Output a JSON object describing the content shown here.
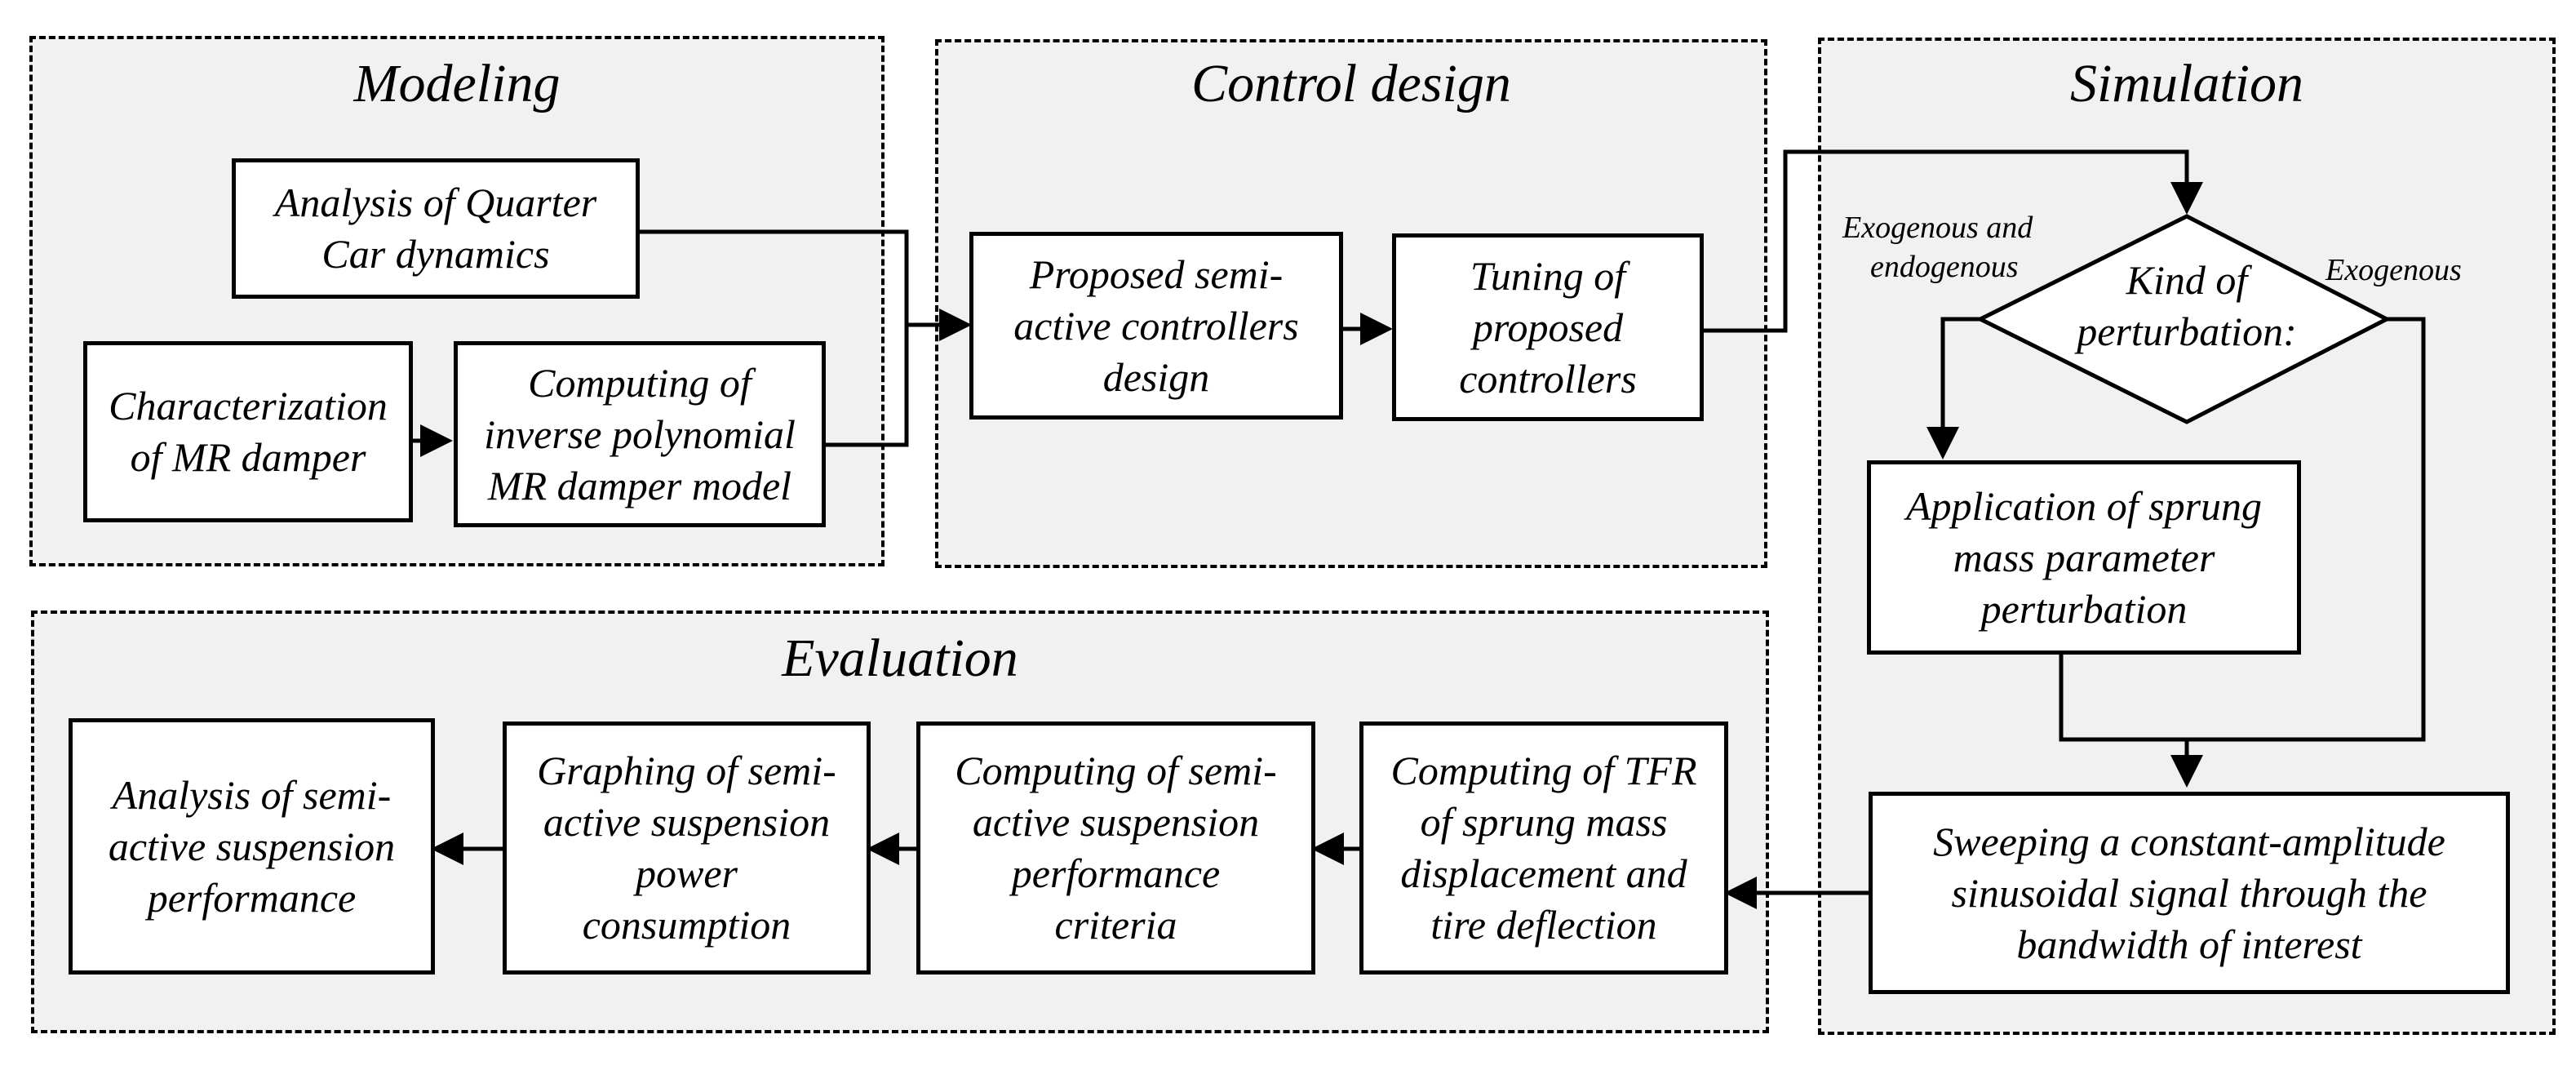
{
  "groups": {
    "modeling": "Modeling",
    "control_design": "Control design",
    "simulation": "Simulation",
    "evaluation": "Evaluation"
  },
  "boxes": {
    "quarter_car": [
      "Analysis of Quarter",
      "Car dynamics"
    ],
    "mr_char": [
      "Characterization",
      "of MR damper"
    ],
    "inverse_model": [
      "Computing of",
      "inverse polynomial",
      "MR damper model"
    ],
    "controllers_design": [
      "Proposed semi-",
      "active controllers",
      "design"
    ],
    "tuning": [
      "Tuning of",
      "proposed",
      "controllers"
    ],
    "perturbation_decision": [
      "Kind of",
      "perturbation:"
    ],
    "sprung_mass": [
      "Application of sprung",
      "mass parameter",
      "perturbation"
    ],
    "sweeping": [
      "Sweeping a constant-amplitude",
      "sinusoidal signal through the",
      "bandwidth of interest"
    ],
    "tfr": [
      "Computing of TFR",
      "of sprung mass",
      "displacement and",
      "tire deflection"
    ],
    "criteria": [
      "Computing of semi-",
      "active suspension",
      "performance",
      "criteria"
    ],
    "power": [
      "Graphing of semi-",
      "active suspension",
      "power",
      "consumption"
    ],
    "analysis": [
      "Analysis of semi-",
      "active suspension",
      "performance"
    ]
  },
  "branch_labels": {
    "left": [
      "Exogenous and",
      "endogenous"
    ],
    "right": "Exogenous"
  }
}
